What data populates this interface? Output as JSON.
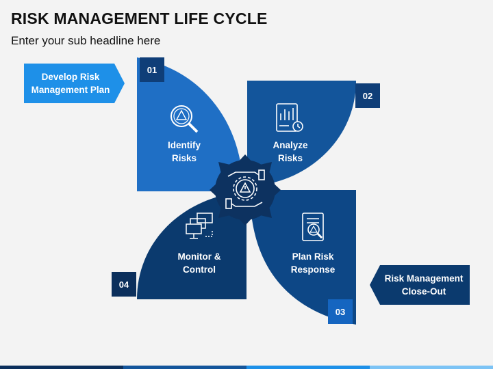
{
  "header": {
    "title": "RISK MANAGEMENT LIFE CYCLE",
    "subtitle": "Enter your sub headline here"
  },
  "steps": [
    {
      "number": "01",
      "label_line1": "Identify",
      "label_line2": "Risks",
      "icon": "magnifier-warning-icon",
      "color": "#1f6fc5"
    },
    {
      "number": "02",
      "label_line1": "Analyze",
      "label_line2": "Risks",
      "icon": "report-chart-icon",
      "color": "#13559b"
    },
    {
      "number": "03",
      "label_line1": "Plan Risk",
      "label_line2": "Response",
      "icon": "document-warning-icon",
      "color": "#0d4786"
    },
    {
      "number": "04",
      "label_line1": "Monitor &",
      "label_line2": "Control",
      "icon": "monitors-network-icon",
      "color": "#0b3a6e"
    }
  ],
  "callouts": {
    "start": {
      "line1": "Develop Risk",
      "line2": "Management Plan",
      "color": "#1e90e8"
    },
    "end": {
      "line1": "Risk Management",
      "line2": "Close-Out",
      "color": "#0b3a6e"
    }
  },
  "center": {
    "icon": "hands-gear-warning-icon",
    "color": "#0d3260"
  }
}
